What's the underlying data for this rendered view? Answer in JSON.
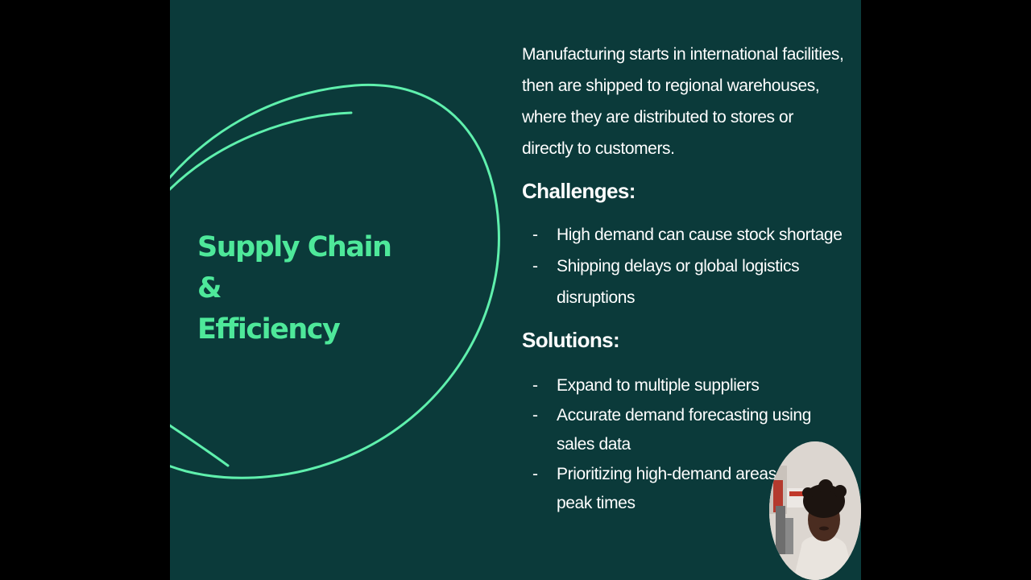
{
  "slide": {
    "title_lines": [
      "Supply Chain",
      "&",
      "Efficiency"
    ],
    "intro": "Manufacturing starts in international facilities, then are shipped to regional warehouses, where they are distributed to stores or directly to customers.",
    "challenges": {
      "heading": "Challenges:",
      "items": [
        "High demand can cause stock shortage",
        "Shipping delays or global logistics disruptions"
      ]
    },
    "solutions": {
      "heading": "Solutions:",
      "items": [
        "Expand to multiple suppliers",
        "Accurate demand forecasting using sales data",
        "Prioritizing high-demand areas during peak times"
      ]
    },
    "bullet_marker": "-",
    "colors": {
      "background": "#0b3a3a",
      "accent": "#4ee89a",
      "text": "#ffffff"
    }
  },
  "webcam": {
    "icon": "presenter-video"
  }
}
